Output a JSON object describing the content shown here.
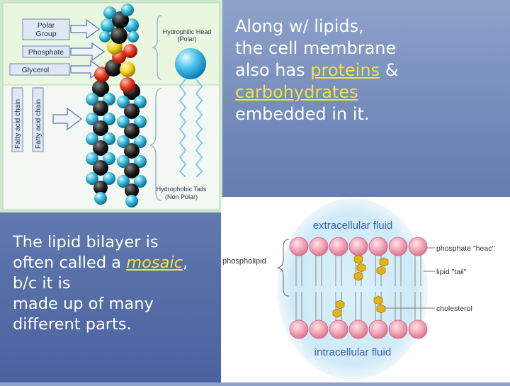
{
  "top_text": {
    "line1": "Along w/ lipids,",
    "line2": "the cell membrane",
    "line3_pre": "also has ",
    "line3_hl": "proteins",
    "line3_post": " &",
    "line4_hl": "carbohydrates",
    "line5": "embedded in it."
  },
  "bottom_text": {
    "line1": "The lipid bilayer is",
    "line2_pre": "often called a ",
    "line2_hl": "mosaic",
    "line2_post": ",",
    "line3": "b/c it is",
    "line4": "made up of many",
    "line5": "different parts."
  },
  "phospholipid_diagram": {
    "label_polar_group_1": "Polar",
    "label_polar_group_2": "Group",
    "label_phosphate": "Phosphate",
    "label_glycerol": "Glycerol",
    "label_fatty_acid_1": "Fatty acid chain",
    "label_fatty_acid_2": "Fatty acid chain",
    "label_head_1": "Hydrophilic Head",
    "label_head_2": "(Polar)",
    "label_tails_1": "Hydrophobic Tails",
    "label_tails_2": "(Non Polar)"
  },
  "bilayer_diagram": {
    "label_extracellular": "extracellular fluid",
    "label_intracellular": "intracellular fluid",
    "label_phospholipid": "phospholipid",
    "label_phosphate_head": "phosphate \"heac\"",
    "label_lipid_tail": "lipid \"tail\"",
    "label_cholesterol": "cholesterol"
  },
  "colors": {
    "background": "#6f86b8",
    "highlight": "#f2e23c",
    "head_pink": "#f3a6b9",
    "cholesterol": "#e6b21a",
    "label_blue": "#3f61a8"
  }
}
